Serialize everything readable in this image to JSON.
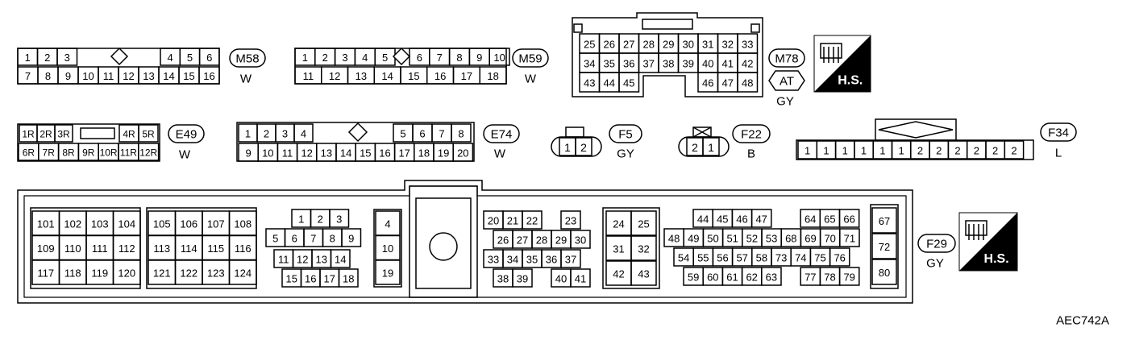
{
  "figure_code": "AEC742A",
  "hs_label": "H.S.",
  "colors": {
    "ink": "#000000",
    "paper": "#ffffff"
  },
  "connectors": {
    "M58": {
      "id": "M58",
      "color": "W",
      "row1": [
        "1",
        "2",
        "3",
        "",
        "4",
        "5",
        "6"
      ],
      "row2": [
        "7",
        "8",
        "9",
        "10",
        "11",
        "12",
        "13",
        "14",
        "15",
        "16"
      ]
    },
    "M59": {
      "id": "M59",
      "color": "W",
      "row1": [
        "1",
        "2",
        "3",
        "4",
        "5",
        "6",
        "7",
        "8",
        "9",
        "10"
      ],
      "row2": [
        "11",
        "12",
        "13",
        "14",
        "15",
        "16",
        "17",
        "18"
      ]
    },
    "M78": {
      "id": "M78",
      "alt": "AT",
      "color": "GY",
      "row1": [
        "25",
        "26",
        "27",
        "28",
        "29",
        "30",
        "31",
        "32",
        "33"
      ],
      "row2": [
        "34",
        "35",
        "36",
        "37",
        "38",
        "39",
        "40",
        "41",
        "42"
      ],
      "row3L": [
        "43",
        "44",
        "45"
      ],
      "row3R": [
        "46",
        "47",
        "48"
      ]
    },
    "E49": {
      "id": "E49",
      "color": "W",
      "row1L": [
        "1R",
        "2R",
        "3R"
      ],
      "row1R": [
        "4R",
        "5R"
      ],
      "row2": [
        "6R",
        "7R",
        "8R",
        "9R",
        "10R",
        "11R",
        "12R"
      ]
    },
    "E74": {
      "id": "E74",
      "color": "W",
      "row1L": [
        "1",
        "2",
        "3",
        "4"
      ],
      "row1R": [
        "5",
        "6",
        "7",
        "8"
      ],
      "row2": [
        "9",
        "10",
        "11",
        "12",
        "13",
        "14",
        "15",
        "16",
        "17",
        "18",
        "19",
        "20"
      ]
    },
    "F5": {
      "id": "F5",
      "color": "GY",
      "pins": [
        "1",
        "2"
      ]
    },
    "F22": {
      "id": "F22",
      "color": "B",
      "pins": [
        "2",
        "1"
      ]
    },
    "F34": {
      "id": "F34",
      "color": "L",
      "pins": [
        "1",
        "1",
        "1",
        "1",
        "1",
        "1",
        "2",
        "2",
        "2",
        "2",
        "2",
        "2"
      ]
    },
    "F29": {
      "id": "F29",
      "color": "GY",
      "g1": [
        [
          "101",
          "102",
          "103",
          "104"
        ],
        [
          "109",
          "110",
          "111",
          "112"
        ],
        [
          "117",
          "118",
          "119",
          "120"
        ]
      ],
      "g2": [
        [
          "105",
          "106",
          "107",
          "108"
        ],
        [
          "113",
          "114",
          "115",
          "116"
        ],
        [
          "121",
          "122",
          "123",
          "124"
        ]
      ],
      "g3": [
        [
          "1",
          "2",
          "3"
        ],
        [
          "5",
          "6",
          "7",
          "8",
          "9"
        ],
        [
          "11",
          "12",
          "13",
          "14"
        ],
        [
          "15",
          "16",
          "17",
          "18"
        ]
      ],
      "g4": [
        "4",
        "10",
        "19"
      ],
      "g5": [
        [
          "20",
          "21",
          "22",
          "23"
        ],
        [
          "26",
          "27",
          "28",
          "29",
          "30"
        ],
        [
          "33",
          "34",
          "35",
          "36",
          "37"
        ],
        [
          "38",
          "39",
          "40",
          "41"
        ]
      ],
      "g6": [
        [
          "24",
          "25"
        ],
        [
          "31",
          "32"
        ],
        [
          "42",
          "43"
        ]
      ],
      "g7": [
        [
          "44",
          "45",
          "46",
          "47",
          "64",
          "65",
          "66"
        ],
        [
          "48",
          "49",
          "50",
          "51",
          "52",
          "53",
          "68",
          "69",
          "70",
          "71"
        ],
        [
          "54",
          "55",
          "56",
          "57",
          "58",
          "73",
          "74",
          "75",
          "76"
        ],
        [
          "59",
          "60",
          "61",
          "62",
          "63",
          "77",
          "78",
          "79"
        ]
      ],
      "g8": [
        "67",
        "72",
        "80"
      ]
    }
  }
}
